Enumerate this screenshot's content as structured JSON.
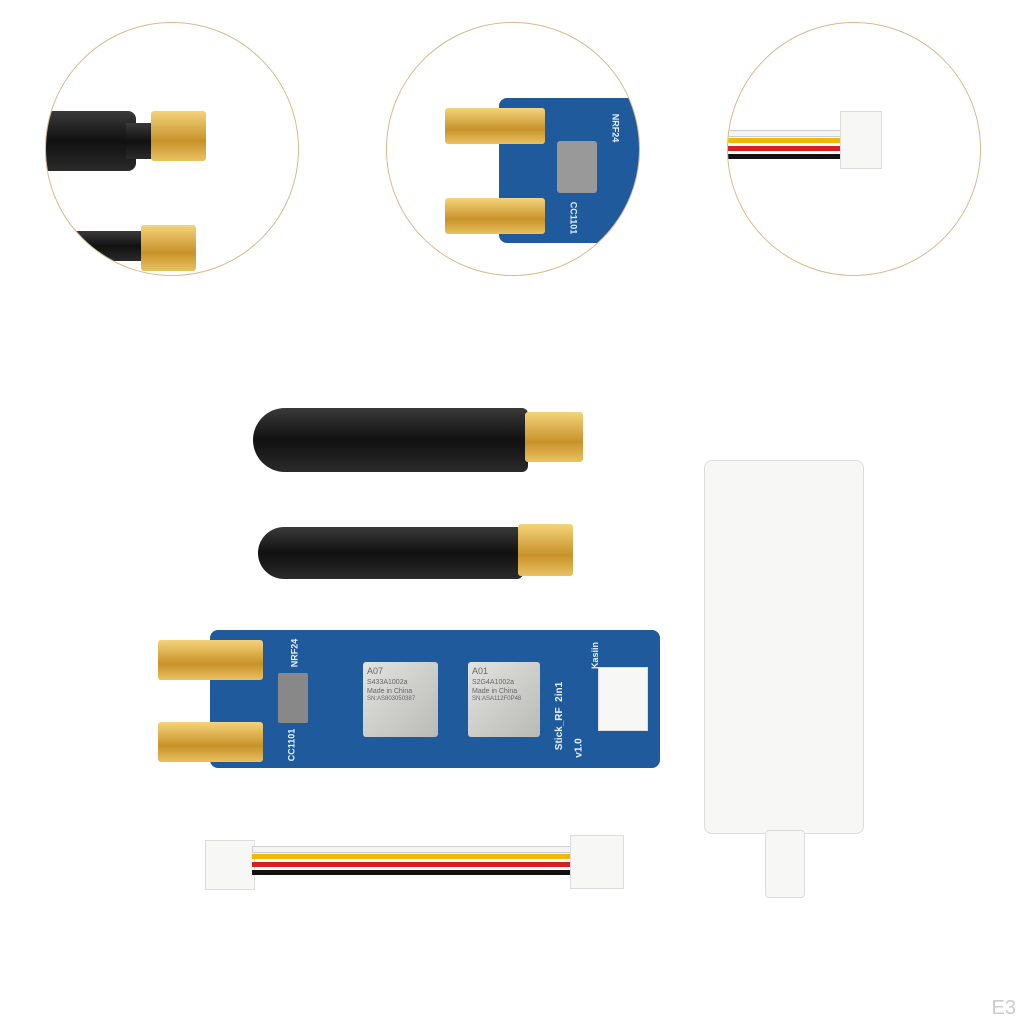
{
  "board": {
    "labels": {
      "nrf": "NRF24",
      "cc": "CC1101",
      "name": "Stick_RF  2in1",
      "version": "v1.0",
      "brand": "Kasiin"
    },
    "chips": [
      {
        "model": "A07",
        "line1": "S433A1002a",
        "line2": "Made in China",
        "line3": "SN:AS803050387"
      },
      {
        "model": "A01",
        "line1": "S2G4A1002a",
        "line2": "Made in China",
        "line3": "SN:ASA112F0P48"
      }
    ]
  },
  "detail_circles": {
    "board": {
      "nrf": "NRF24",
      "cc": "CC1101"
    }
  },
  "watermark": "E3",
  "colors": {
    "pcb": "#1f5a9c",
    "gold": "#d4a640",
    "antenna": "#1a1a1a",
    "cable": [
      "#ffffff",
      "#f2b800",
      "#d62020",
      "#111111"
    ]
  }
}
